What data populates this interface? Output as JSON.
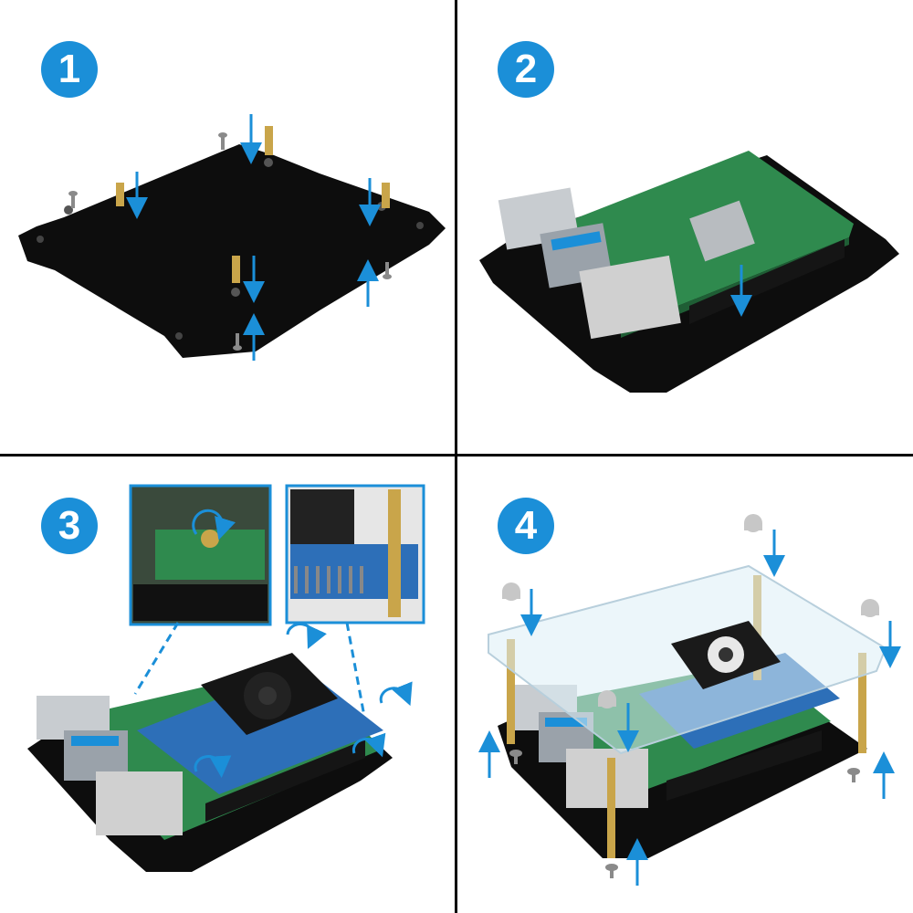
{
  "colors": {
    "accent": "#1B8FD8",
    "plate": "#111111",
    "pcb_green": "#2F8A4E",
    "fan_board_blue": "#2D6FB8",
    "brass": "#C9A54A",
    "acrylic": "#DDEEF6"
  },
  "steps": [
    {
      "number": "1"
    },
    {
      "number": "2"
    },
    {
      "number": "3"
    },
    {
      "number": "4"
    }
  ],
  "icons": {
    "arrow": "arrow-icon",
    "screw": "screw-icon",
    "standoff": "standoff-icon",
    "rotate": "rotate-arrow-icon",
    "nut": "cap-nut-icon"
  }
}
